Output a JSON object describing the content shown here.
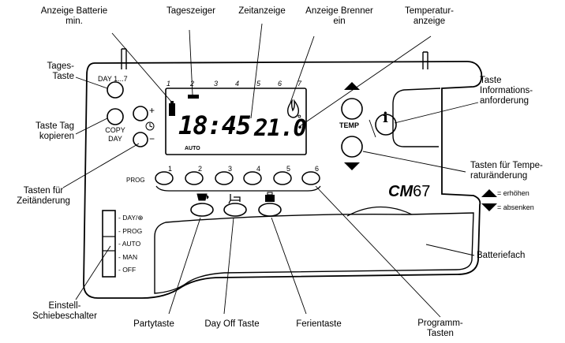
{
  "callouts": {
    "battery_min": [
      "Anzeige Batterie",
      "min."
    ],
    "day_pointer": "Tageszeiger",
    "time_display": "Zeitanzeige",
    "burner_display": [
      "Anzeige Brenner",
      "ein"
    ],
    "temperature_display": [
      "Temperatur-",
      "anzeige"
    ],
    "day_key": [
      "Tages-",
      "Taste"
    ],
    "copy_day_key": [
      "Taste Tag",
      "kopieren"
    ],
    "time_change_keys": [
      "Tasten für",
      "Zeitänderung"
    ],
    "info_key": [
      "Taste",
      "Informations-",
      "anforderung"
    ],
    "temp_change_keys": [
      "Tasten für Tempe-",
      "raturänderung"
    ],
    "increase": "= erhöhen",
    "decrease": "= absenken",
    "battery_compartment": "Batteriefach",
    "slide_switch": [
      "Einstell-",
      "Schiebeschalter"
    ],
    "party_key": "Partytaste",
    "day_off_key": "Day Off Taste",
    "holiday_key": "Ferientaste",
    "program_keys": [
      "Programm-",
      "Tasten"
    ]
  },
  "device": {
    "day_key_label": "DAY 1...7",
    "copy_day_label": [
      "COPY",
      "DAY"
    ],
    "plus": "+",
    "minus": "−",
    "day_numbers": [
      "1",
      "2",
      "3",
      "4",
      "5",
      "6",
      "7"
    ],
    "time": "18:45",
    "temperature": "21.0",
    "degree": "°",
    "mode": "AUTO",
    "temp_label": "TEMP",
    "info_glyph": "i",
    "prog_label": "PROG",
    "prog_numbers": [
      "1",
      "2",
      "3",
      "4",
      "5",
      "6"
    ],
    "brand": "CM",
    "model": "67",
    "switch_positions": [
      "- DAY/⊕",
      "- PROG",
      "- AUTO",
      "- MAN",
      "- OFF"
    ]
  }
}
